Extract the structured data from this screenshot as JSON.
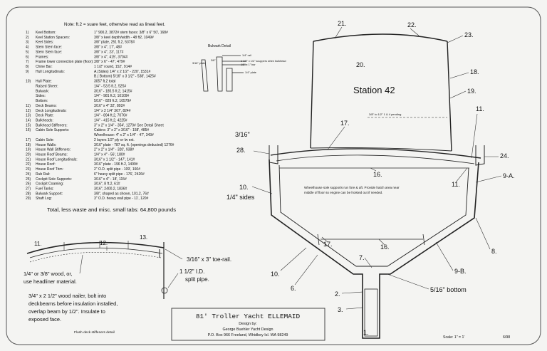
{
  "note": "Note:  ft.2 = suare feet, otherwise read as lineal feet.",
  "items": [
    {
      "n": "1)",
      "name": "Keel Bottom:",
      "spec": "1\" 900.2, 3872#  stem faces: 3/8\" x 6\" 50', 168#"
    },
    {
      "n": "2)",
      "name": "Keel Station Spacers:",
      "spec": "3/8\" x keel depth/width - 48 ft2, 1049#"
    },
    {
      "n": "3)",
      "name": "Keel Sides:",
      "spec": "3/8\" plate, 251 ft.2, 5378#"
    },
    {
      "n": "4)",
      "name": "Stem Stem face:",
      "spec": "3/8\" x 4\", 17', 48#"
    },
    {
      "n": "5)",
      "name": "Stern Stem face:",
      "spec": "3/8\" x 4\", 23', 117#"
    },
    {
      "n": "6)",
      "name": "Frames:",
      "spec": "3/8\" x 4\", 415', 3704#"
    },
    {
      "n": "7)",
      "name": "Frame lower connection plate (floor):",
      "spec": "3/8\" x 6\" - 47', 479#"
    },
    {
      "n": "8)",
      "name": "Chine Bar:",
      "spec": "1 1/2\" round, 152', 914#"
    },
    {
      "n": "9)",
      "name": "Hull Longitudinals:",
      "spec": "A.(Sides) 1/4\" x 2 1/2\" - 220', 1531#"
    },
    {
      "n": "",
      "name": "",
      "spec": "B.( Bottom) 5/16\" x 3 1/2\" - 538', 1425#"
    },
    {
      "n": "10)",
      "name": "Hull Plate:",
      "spec": "3057 ft.2 total"
    },
    {
      "n": "",
      "name": "Raised Sheer:",
      "spec": "1/4\" - 53.5 ft.2, 525#"
    },
    {
      "n": "",
      "name": "Bulwark:",
      "spec": "3/16\" - 185.5 ft.2, 1415#"
    },
    {
      "n": "",
      "name": "Sides:",
      "spec": "1/4\" - 981 ft.2, 10109#"
    },
    {
      "n": "",
      "name": "Bottom:",
      "spec": "5/16\" - 829 ft.2, 10579#"
    },
    {
      "n": "11)",
      "name": "Deck Beams:",
      "spec": "3/16\" x 4\" 32', 892#"
    },
    {
      "n": "12)",
      "name": "Deck Longitudinals:",
      "spec": "1/4\" x 2 1/4\" 367', 824#"
    },
    {
      "n": "13)",
      "name": "Deck Plate:",
      "spec": "1/4\" - 894 ft.2, 7076#"
    },
    {
      "n": "14)",
      "name": "Bulkheads:",
      "spec": "1/4\" - 415 ft.2, 4225#"
    },
    {
      "n": "15)",
      "name": "Bulkhead Stiffeners:",
      "spec": "3\" x 2\" x 1/4\" - 354', 1270#   See Detail Sheet"
    },
    {
      "n": "16)",
      "name": "Cabin Sole Supports:",
      "spec": "Cabins: 3\" x 2\" x 3/16\" - 158', 485#"
    },
    {
      "n": "",
      "name": "",
      "spec": "Wheelhouse: 4\" x 2\" x 1/4\" - 47', 343#"
    },
    {
      "n": "17)",
      "name": "Cabin Sole:",
      "spec": "2 layers 1/2\" ply or lw ext."
    },
    {
      "n": "18)",
      "name": "House Walls:",
      "spec": "3/16\" plate - 787 sq. ft. (openings deducted) 1276#"
    },
    {
      "n": "19)",
      "name": "House Wall Stiffeners:",
      "spec": "2\" x 2\" x 1/4\" - 320', 938#"
    },
    {
      "n": "20)",
      "name": "House Roof Beams:",
      "spec": "1/4\" x 4\" - 56', 180#"
    },
    {
      "n": "21)",
      "name": "House Roof Longitudinals:",
      "spec": "3/16\" x 1 1/2\" - 147', 141#"
    },
    {
      "n": "22)",
      "name": "House Roof:",
      "spec": "3/16\" plate - 196 ft.2, 1499#"
    },
    {
      "n": "23)",
      "name": "House Roof Trim:",
      "spec": "2\" O.D. split pipe - 109', 160#"
    },
    {
      "n": "24)",
      "name": "Rub Rail:",
      "spec": "6\" heavy split pipe - 176', 2426#"
    },
    {
      "n": "25)",
      "name": "Cockpit Sole Supports:",
      "spec": "3/16\" x 4\" - 18', 115#"
    },
    {
      "n": "26)",
      "name": "Cockpit Coaming:",
      "spec": "3/16\", 8 ft.2, 61#"
    },
    {
      "n": "27)",
      "name": "Fuel Tanks:",
      "spec": "3/16\", 2400.2, 1836#"
    },
    {
      "n": "28)",
      "name": "Bulwark Support:",
      "spec": "3/8\", shaped as shown, 101.2, 76#"
    },
    {
      "n": "29)",
      "name": "Shaft Log:",
      "spec": "3\" O.D. heavy wall pipe - 11', 120#"
    }
  ],
  "total": "Total, less waste and misc. small tabs: 64,800 pounds",
  "station_label": "Station 42",
  "bulwark_detail": {
    "title": "Bulwark Detail",
    "notes": [
      "1/4\" rail",
      "1 1/2\" x 1/2\" scuppers when bulkhead",
      "1/8\" x 1\" bar",
      "3/16\" plate",
      "1/4\" plate"
    ],
    "small_labels": [
      "3/16\" plate",
      "3/8\""
    ]
  },
  "stiffener_note": "3/8\" to 1/2\" 1 & 4 pending",
  "wheelhouse_note": "Wheelhouse sole supports run fore & aft.  Provide hatch area near middle of floor so engine can be hoisted out if needed.",
  "callouts": {
    "c21": "21.",
    "c22": "22.",
    "c23": "23.",
    "c20": "20.",
    "c18": "18.",
    "c19": "19.",
    "c11a": "11.",
    "c11b": "11.",
    "c17a": "17.",
    "c28": "28.",
    "c3_16": "3/16\"",
    "c24": "24.",
    "c9a": "9-A.",
    "c16a": "16.",
    "c10": "10.",
    "c14sides": "1/4\" sides",
    "c17b": "17.",
    "c16b": "16.",
    "c8": "8.",
    "c7": "7.",
    "c9b": "9-B.",
    "c10b": "10.",
    "c6": "6.",
    "c5_16": "5/16\" bottom",
    "c2": "2.",
    "c3": "3.",
    "c1": "1."
  },
  "deck_detail": {
    "n11": "11.",
    "n12": "12.",
    "n13": "13.",
    "toe_rail": "3/16\" x 3\" toe-rail.",
    "pipe_a": "1 1/2\" I.D.",
    "pipe_b": "split pipe.",
    "wood_a": "1/4\" or 3/8\" wood, or,",
    "wood_b": "use headliner material.",
    "nailer_a": "3/4\" x 2 1/2\" wood nailer, bolt into",
    "nailer_b": "deckbeams before insulation installed,",
    "nailer_c": "overlap beam by 1/2\".  Insulate to",
    "nailer_d": "exposed face.",
    "caption": "Flush deck stiffeners detail"
  },
  "title_block": {
    "title": "81' Troller Yacht ELLEMAID",
    "design_by": "Design by:",
    "designer": "George Buehler Yacht Design",
    "address": "P.O. Box 966 Freeland, Whidbey Isl. WA 98249"
  },
  "scale": "Scale: 1\" = 1'",
  "date": "6/98"
}
